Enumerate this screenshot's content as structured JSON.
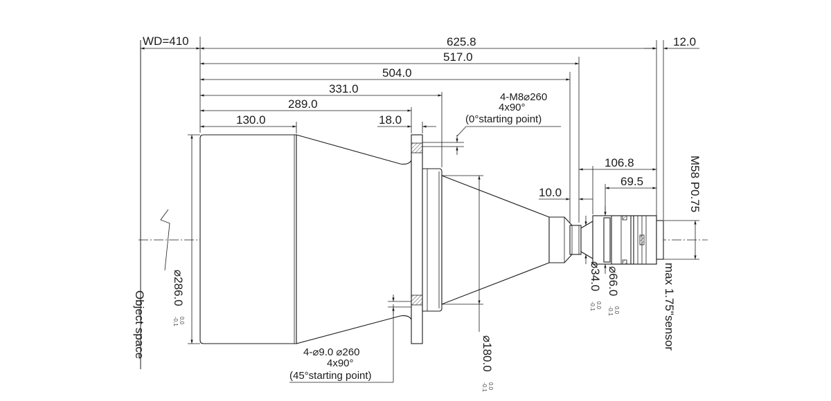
{
  "labels": {
    "wd": "WD=410",
    "total_length": "625.8",
    "sensor_offset": "12.0",
    "len_517": "517.0",
    "len_504": "504.0",
    "len_331": "331.0",
    "len_289": "289.0",
    "len_130": "130.0",
    "len_18": "18.0",
    "len_106": "106.8",
    "len_69": "69.5",
    "len_10": "10.0",
    "m8_line1": "4-M8⌀260",
    "m8_line2": "4x90°",
    "m8_line3": "(0°starting point)",
    "hole_line1": "4-⌀9.0  ⌀260",
    "hole_line2": "4x90°",
    "hole_line3": "(45°starting point)",
    "thread": "M58 P0.75",
    "sensor": "max 1.75\"sensor",
    "object_space": "Object space",
    "dia_286": "⌀286.0",
    "dia_180": "⌀180.0",
    "dia_66": "⌀66.0",
    "dia_34": "⌀34.0",
    "tol_upper": "0.0",
    "tol_lower": "-0.1"
  }
}
